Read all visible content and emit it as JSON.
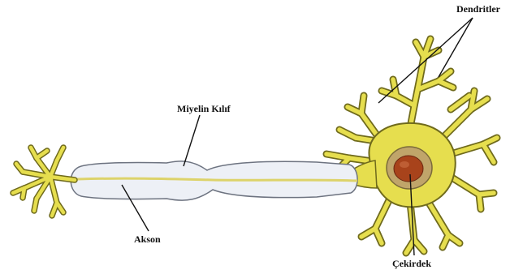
{
  "labels": {
    "dendrites": "Dendritler",
    "myelin_sheath": "Miyelin Kılıf",
    "axon": "Akson",
    "nucleus": "Çekirdek"
  },
  "colors": {
    "neuron_fill": "#e6de4e",
    "neuron_outline": "#6f6a1c",
    "myelin_fill": "#edf0f6",
    "myelin_outline": "#6d7380",
    "axon_core": "#ddd36a",
    "nucleus_fill": "#a8431b",
    "nucleus_halo": "#c0a56a",
    "leader_line": "#111111"
  }
}
